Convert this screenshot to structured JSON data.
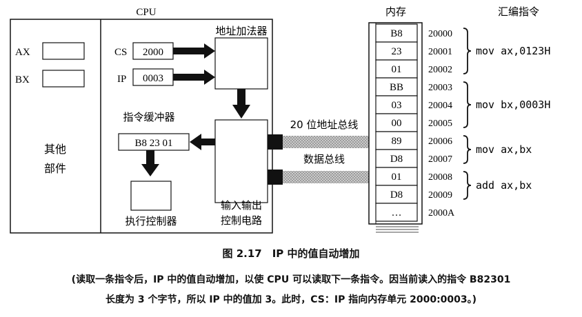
{
  "cpu_label": "CPU",
  "registers": {
    "ax": "AX",
    "bx": "BX",
    "cs": "CS",
    "cs_value": "2000",
    "ip": "IP",
    "ip_value": "0003"
  },
  "other_parts": [
    "其他",
    "部件"
  ],
  "address_adder": "地址加法器",
  "instruction_buffer": {
    "label": "指令缓冲器",
    "content": "B8 23 01"
  },
  "execution_control": "执行控制器",
  "io_control": [
    "输入输出",
    "控制电路"
  ],
  "address_bus": "20 位地址总线",
  "data_bus": "数据总线",
  "memory": {
    "label": "内存",
    "cells": [
      "B8",
      "23",
      "01",
      "BB",
      "03",
      "00",
      "89",
      "D8",
      "01",
      "D8",
      "…"
    ],
    "addresses": [
      "20000",
      "20001",
      "20002",
      "20003",
      "20004",
      "20005",
      "20006",
      "20007",
      "20008",
      "20009",
      "2000A"
    ]
  },
  "asm_header": "汇编指令",
  "asm": [
    "mov ax,0123H",
    "mov bx,0003H",
    "mov ax,bx",
    "add ax,bx"
  ],
  "caption": {
    "title": "图 2.17　IP 中的值自动增加",
    "line1": "(读取一条指令后，IP 中的值自动增加，以使 CPU 可以读取下一条指令。因当前读入的指令 B82301",
    "line2": "长度为 3 个字节，所以 IP 中的值加 3。此时，CS：IP 指向内存单元 2000:0003。)"
  }
}
